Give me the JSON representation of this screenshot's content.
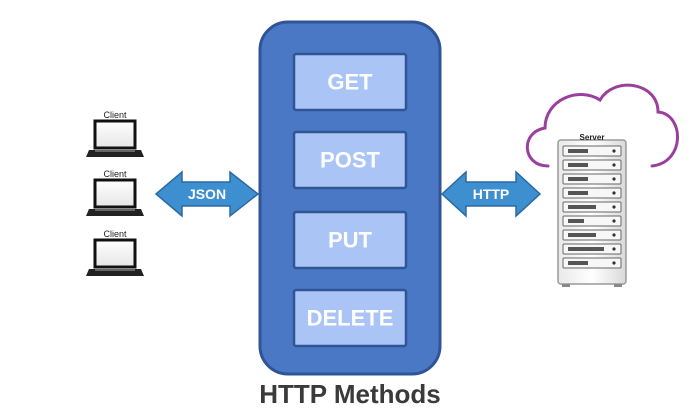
{
  "title": "HTTP Methods",
  "methods": [
    {
      "label": "GET"
    },
    {
      "label": "POST"
    },
    {
      "label": "PUT"
    },
    {
      "label": "DELETE"
    }
  ],
  "clients": [
    {
      "label": "Client"
    },
    {
      "label": "Client"
    },
    {
      "label": "Client"
    }
  ],
  "client_arrow": {
    "label": "JSON"
  },
  "server_arrow": {
    "label": "HTTP"
  },
  "server": {
    "label": "Server"
  },
  "colors": {
    "panel_fill": "#4b78c4",
    "panel_stroke": "#2f5597",
    "method_fill": "#a9c4f5",
    "method_stroke": "#2f5597",
    "arrow_fill": "#3e8fd0",
    "cloud_stroke": "#9b3f9e",
    "title_text": "#3a3a3a"
  },
  "icons": {
    "client": "laptop-icon",
    "server": "server-rack-icon",
    "cloud": "cloud-icon"
  }
}
